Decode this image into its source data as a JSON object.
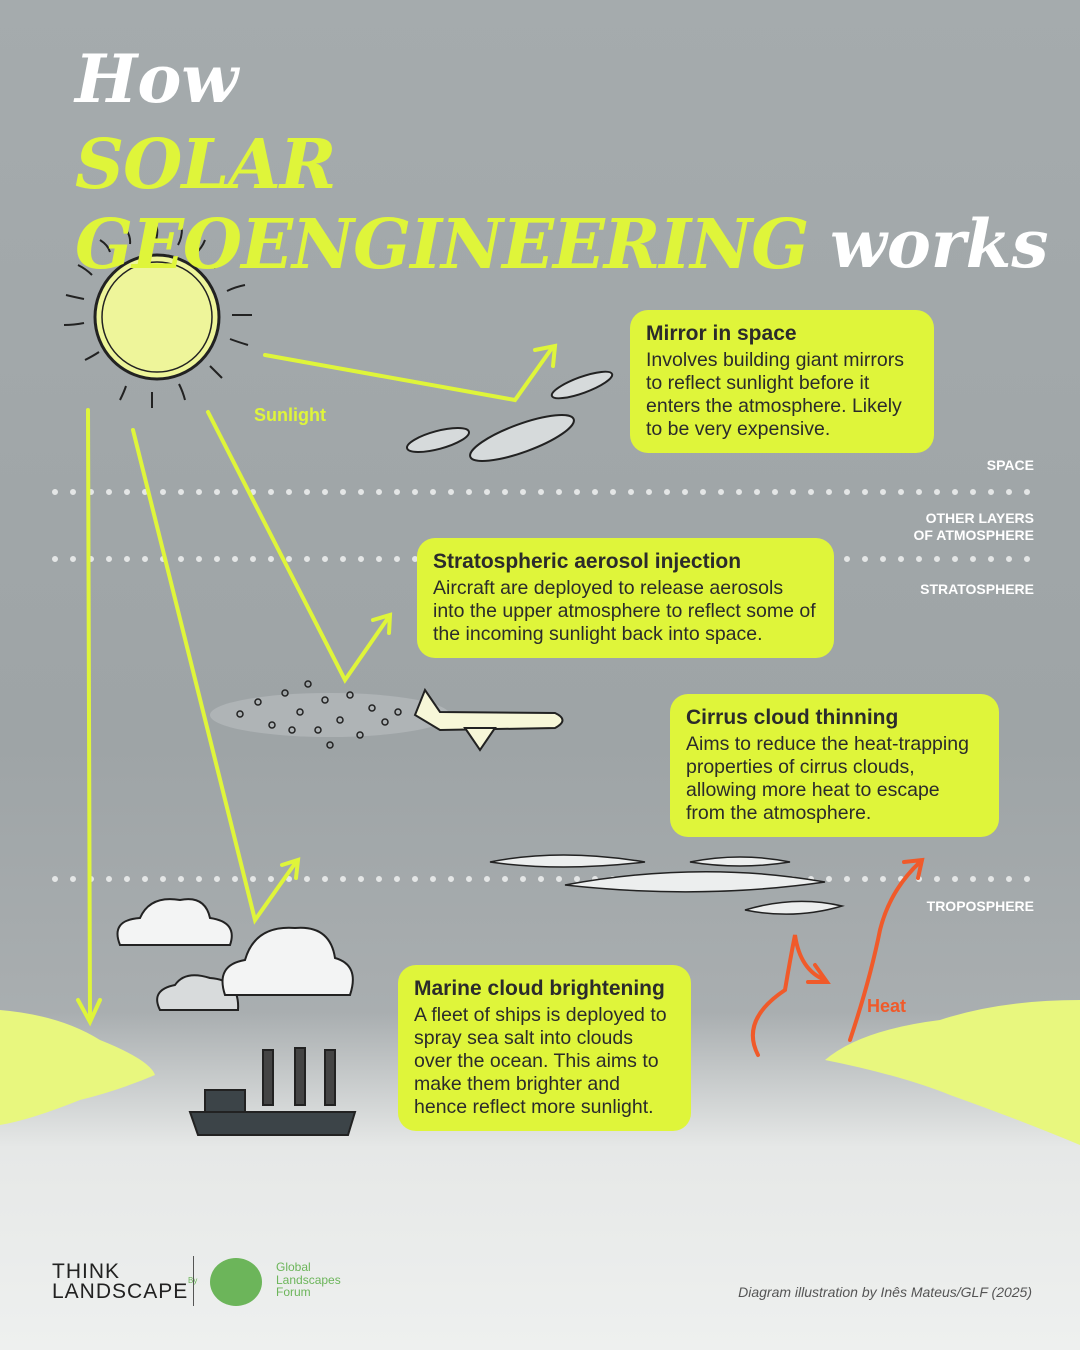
{
  "title": {
    "line1": "How",
    "line2": "SOLAR GEOENGINEERING",
    "line3": "works"
  },
  "labels": {
    "sunlight": "Sunlight",
    "heat": "Heat"
  },
  "layers": {
    "space": "SPACE",
    "other1": "OTHER LAYERS",
    "other2": "OF ATMOSPHERE",
    "stratosphere": "STRATOSPHERE",
    "troposphere": "TROPOSPHERE"
  },
  "boxes": [
    {
      "title": "Mirror in space",
      "body": "Involves building giant mirrors to reflect sunlight before it enters the atmosphere. Likely to be very expensive."
    },
    {
      "title": "Stratospheric aerosol injection",
      "body": "Aircraft are deployed to release aerosols into the upper atmosphere to reflect some of the incoming sunlight back into space."
    },
    {
      "title": "Cirrus cloud thinning",
      "body": "Aims to reduce the heat-trapping properties of cirrus clouds, allowing more heat to escape from the atmosphere."
    },
    {
      "title": "Marine cloud brightening",
      "body": "A fleet of ships is deployed to spray sea salt into clouds over the ocean. This aims to make them brighter and hence reflect more sunlight."
    }
  ],
  "footer": {
    "logo1": "THINK LANDSCAPE",
    "by": "By",
    "logo2": "Global Landscapes Forum",
    "credit": "Diagram illustration by Inês Mateus/GLF (2025)"
  },
  "colors": {
    "accent": "#dff53a",
    "heat": "#f05a2a"
  }
}
